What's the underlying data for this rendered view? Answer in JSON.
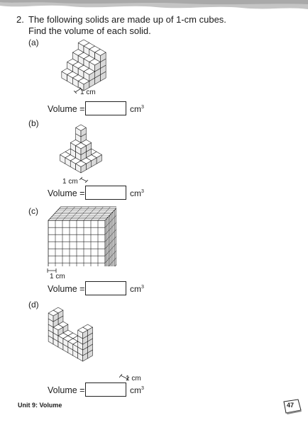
{
  "question": {
    "number": "2.",
    "line1": "The following solids are made up of 1-cm cubes.",
    "line2": "Find the volume of each solid."
  },
  "parts": [
    {
      "label": "(a)",
      "volume_label": "Volume =",
      "unit": "cm",
      "unit_sup": "3",
      "scale": "1 cm",
      "answer": ""
    },
    {
      "label": "(b)",
      "volume_label": "Volume =",
      "unit": "cm",
      "unit_sup": "3",
      "scale": "1 cm",
      "answer": ""
    },
    {
      "label": "(c)",
      "volume_label": "Volume =",
      "unit": "cm",
      "unit_sup": "3",
      "scale": "1 cm",
      "answer": ""
    },
    {
      "label": "(d)",
      "volume_label": "Volume =",
      "unit": "cm",
      "unit_sup": "3",
      "scale": "1 cm",
      "answer": ""
    }
  ],
  "footer": {
    "unit_title": "Unit 9: Volume",
    "page_number": "47"
  },
  "colors": {
    "ink": "#1c1c1c",
    "cube_top": "#ffffff",
    "cube_left": "#f2f2f2",
    "cube_right": "#d9d9d9",
    "header_band": "#bdbdbd"
  }
}
